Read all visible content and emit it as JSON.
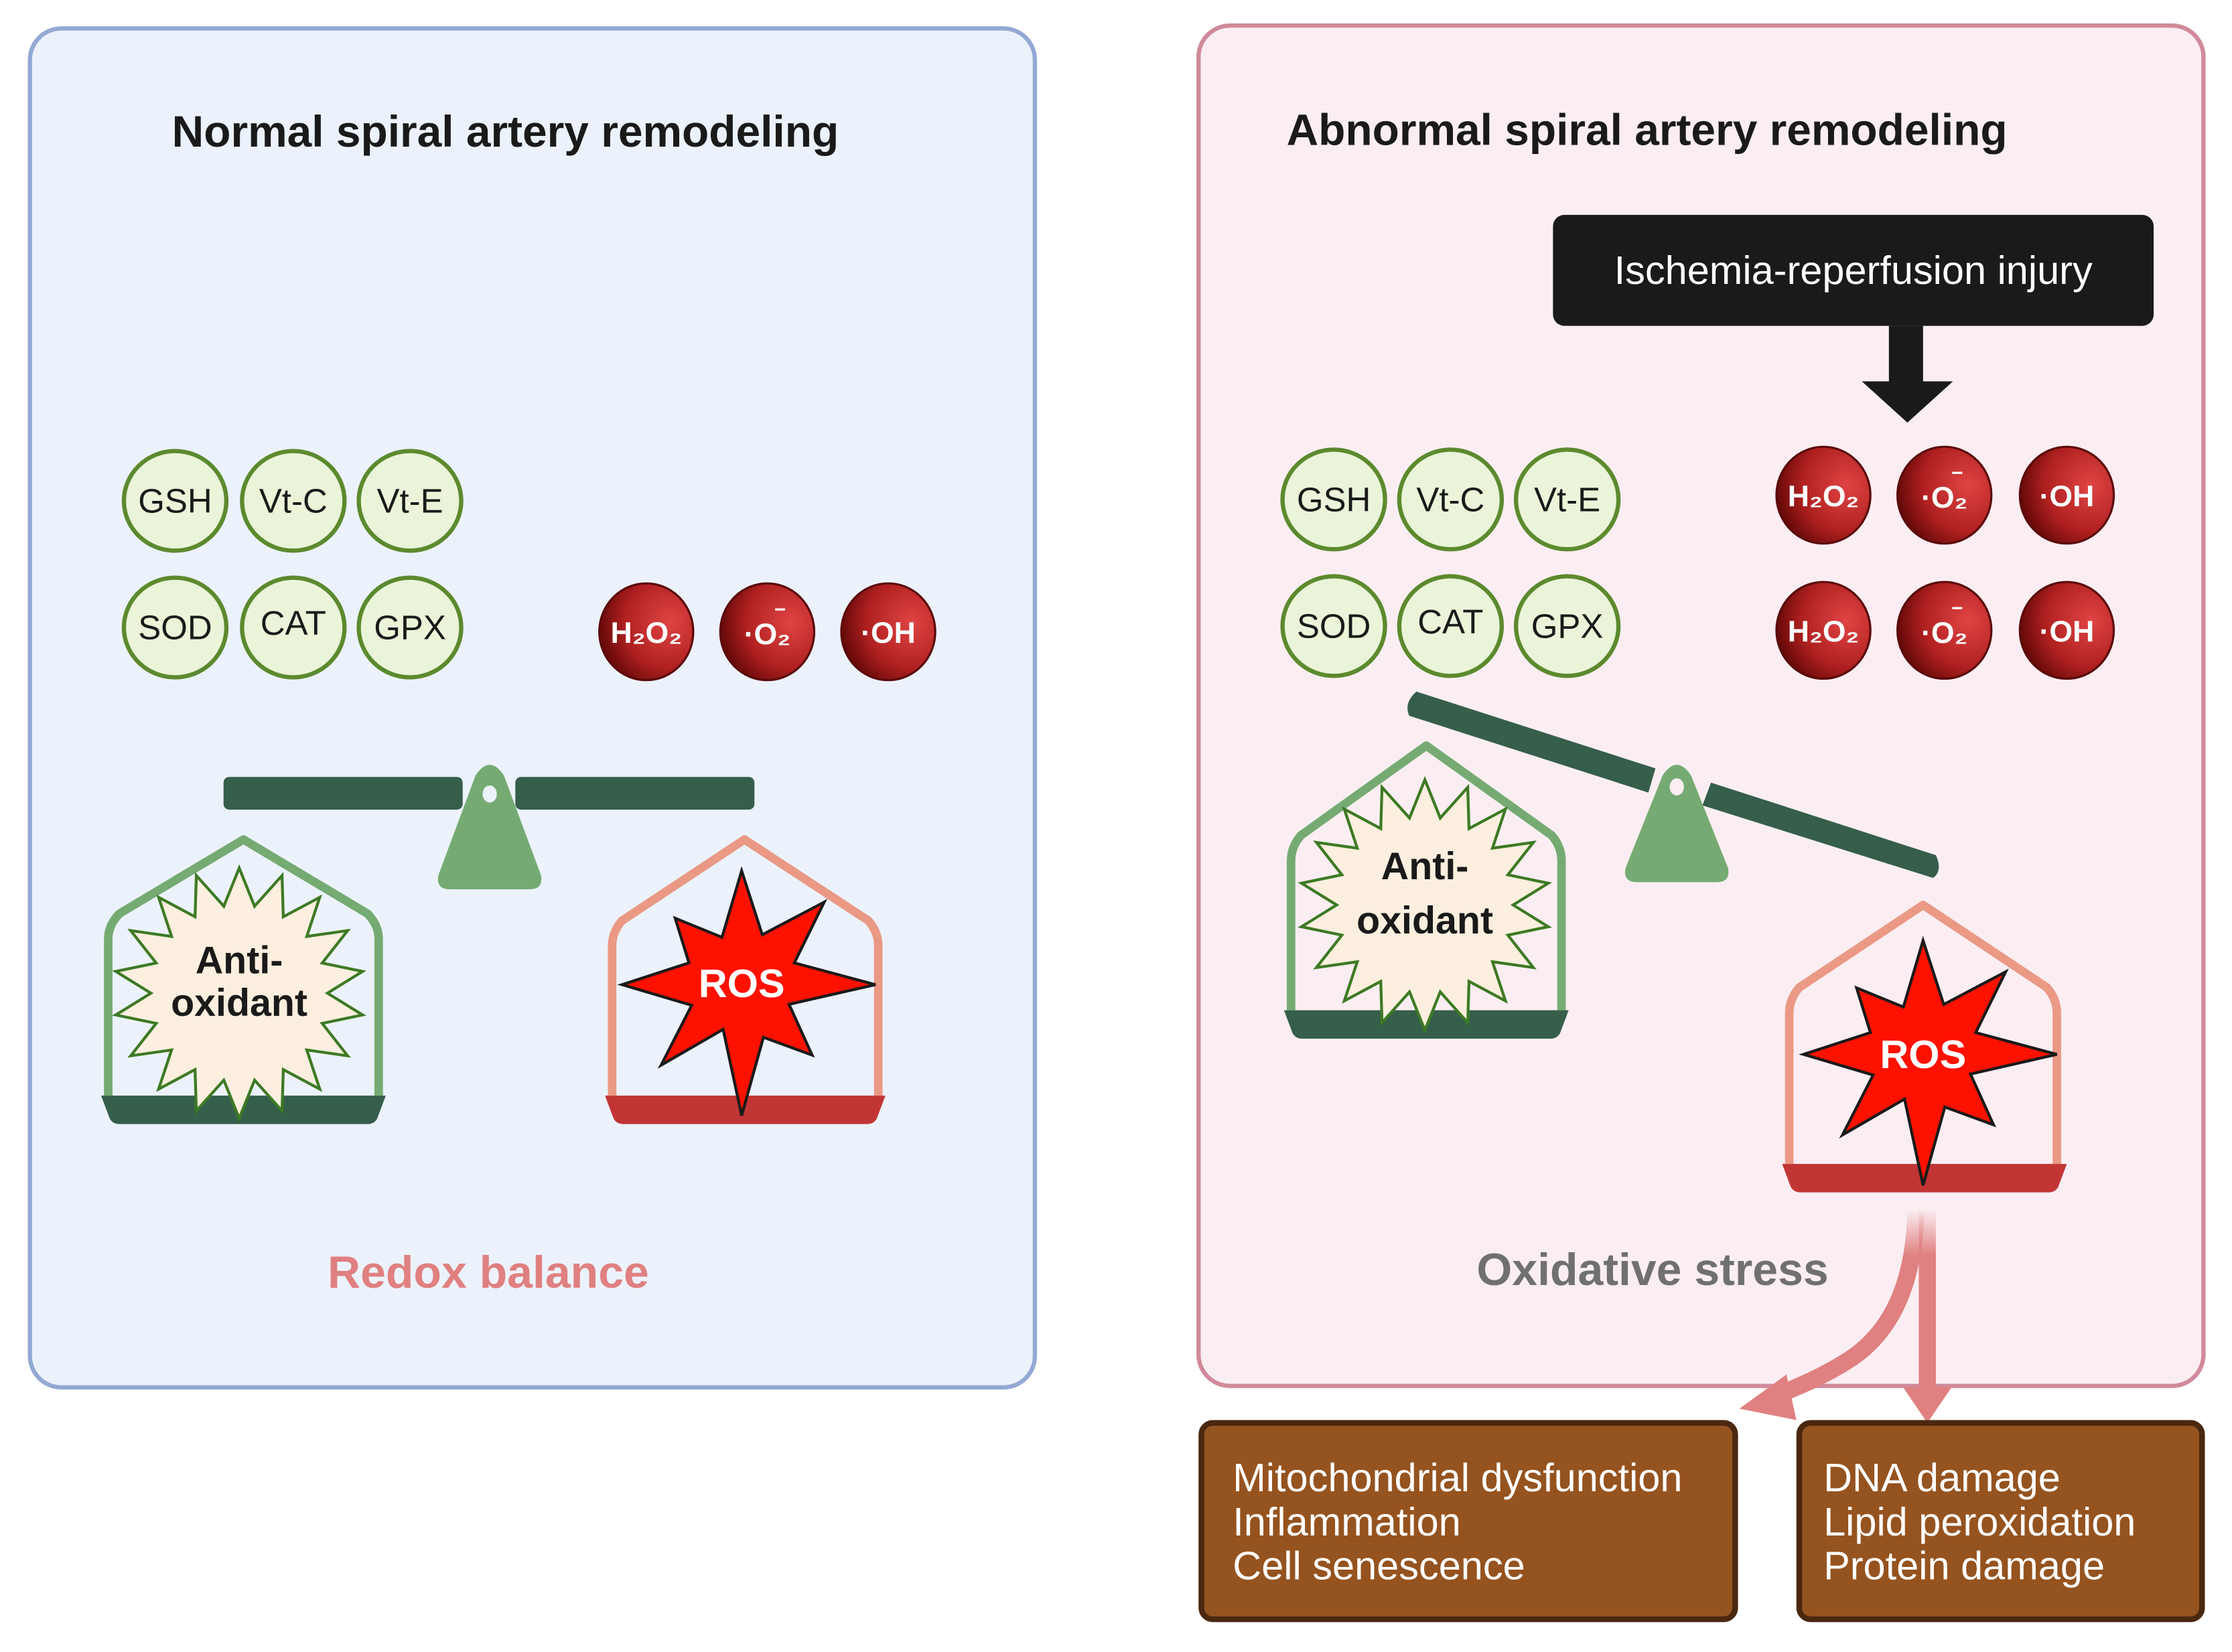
{
  "colors": {
    "normal_panel_bg": "#ecf2fb",
    "normal_panel_border": "#93a9d4",
    "abnormal_panel_bg": "#fbeef2",
    "abnormal_panel_border": "#d08a9a",
    "antioxidant_fill": "#eaf4d9",
    "antioxidant_stroke": "#5c8a2e",
    "ros_dark": "#6a0a0a",
    "ros_light": "#d93a3a",
    "beam": "#355e4b",
    "fulcrum": "#75ab72",
    "antioxidant_pan_frame": "#75ab72",
    "antioxidant_pan_base": "#355e4b",
    "ros_pan_frame": "#ea9985",
    "ros_pan_base": "#c23535",
    "burst_fill": "#fdefdf",
    "burst_stroke": "#3d7a24",
    "ros_burst": "#ff1100",
    "redox_caption": "#e08080",
    "stress_caption": "#707070",
    "injury_box": "#1a1a1a",
    "effect_box": "#95531f",
    "effect_box_border": "#4a2810",
    "effect_arrow": "#e08080"
  },
  "normal_panel": {
    "title": "Normal spiral artery remodeling",
    "antioxidants": [
      "GSH",
      "Vt-C",
      "Vt-E",
      "SOD",
      "CAT",
      "GPX"
    ],
    "ros_molecules": [
      {
        "base": "H₂O₂",
        "sup": ""
      },
      {
        "base": "·O₂",
        "sup": "−"
      },
      {
        "base": "·OH",
        "sup": ""
      }
    ],
    "scale_state": "balanced",
    "antioxidant_pan_label_line1": "Anti-",
    "antioxidant_pan_label_line2": "oxidant",
    "ros_pan_label": "ROS",
    "caption": "Redox balance"
  },
  "abnormal_panel": {
    "title": "Abnormal spiral artery remodeling",
    "trigger": "Ischemia-reperfusion injury",
    "antioxidants": [
      "GSH",
      "Vt-C",
      "Vt-E",
      "SOD",
      "CAT",
      "GPX"
    ],
    "ros_molecules": [
      {
        "base": "H₂O₂",
        "sup": ""
      },
      {
        "base": "·O₂",
        "sup": "−"
      },
      {
        "base": "·OH",
        "sup": ""
      },
      {
        "base": "H₂O₂",
        "sup": ""
      },
      {
        "base": "·O₂",
        "sup": "−"
      },
      {
        "base": "·OH",
        "sup": ""
      }
    ],
    "scale_state": "tilted-toward-ros",
    "antioxidant_pan_label_line1": "Anti-",
    "antioxidant_pan_label_line2": "oxidant",
    "ros_pan_label": "ROS",
    "caption": "Oxidative stress"
  },
  "effects": [
    {
      "lines": [
        "Mitochondrial dysfunction",
        "Inflammation",
        "Cell senescence"
      ]
    },
    {
      "lines": [
        "DNA damage",
        "Lipid peroxidation",
        "Protein damage"
      ]
    }
  ]
}
